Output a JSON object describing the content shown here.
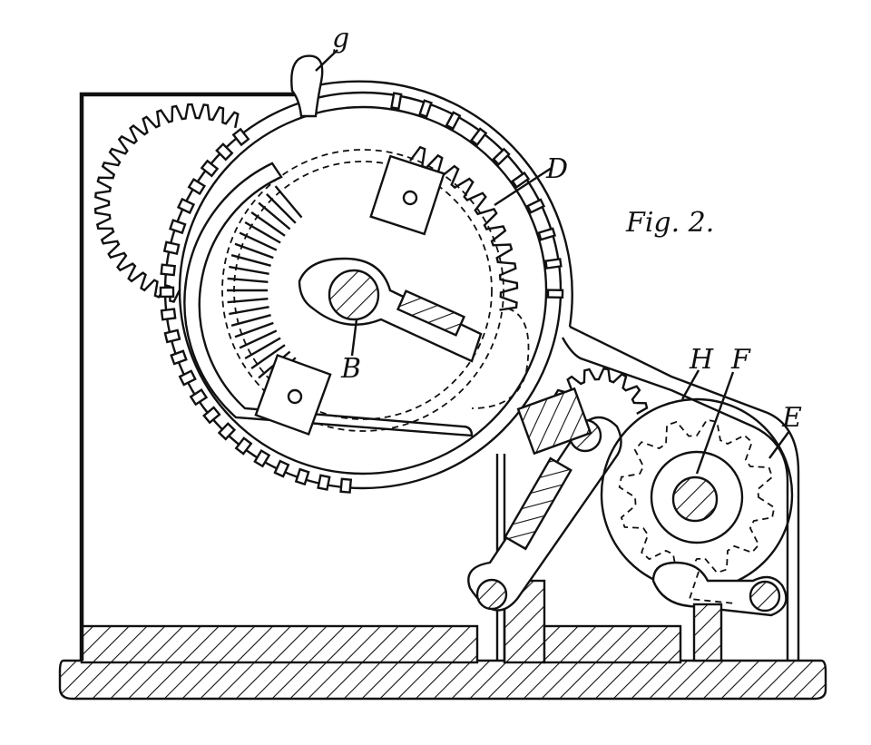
{
  "figure": {
    "caption": "Fig. 2.",
    "labels": {
      "g": "g",
      "D": "D",
      "B": "B",
      "H": "H",
      "F": "F",
      "E": "E"
    }
  }
}
